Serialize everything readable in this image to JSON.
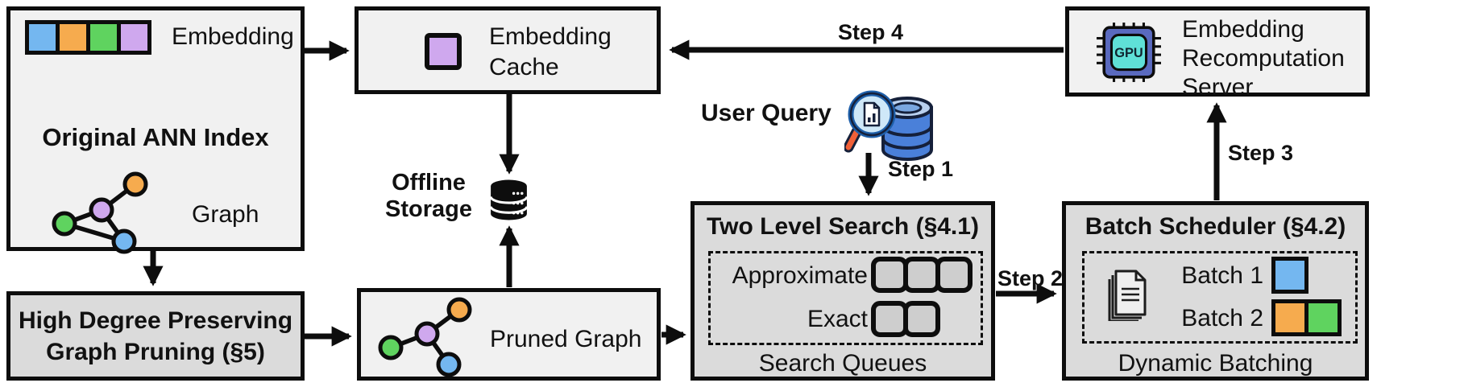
{
  "palette": {
    "blue": "#74b7f0",
    "orange": "#f6ab4e",
    "green": "#5fd35f",
    "purple": "#cfa8ee",
    "box_light_fill": "#f1f1f1",
    "box_shaded_fill": "#dbdbdb",
    "outline": "#0d0d0d",
    "gpu_chip_body": "#5a6abf",
    "gpu_chip_core": "#5fe0d7",
    "magnifier_handle": "#f06038",
    "query_database": "#4a80d9"
  },
  "ann_index": {
    "title": "Original ANN Index",
    "embedding_label": "Embedding",
    "graph_label": "Graph"
  },
  "embedding_cache": {
    "label": "Embedding Cache"
  },
  "offline_storage": {
    "label": "Offline Storage"
  },
  "recomputation_server": {
    "label": "Embedding Recomputation Server",
    "gpu_text": "GPU"
  },
  "user_query": {
    "label": "User Query"
  },
  "steps": {
    "step1": "Step 1",
    "step2": "Step 2",
    "step3": "Step 3",
    "step4": "Step 4"
  },
  "two_level_search": {
    "title": "Two Level Search (§4.1)",
    "approximate_label": "Approximate",
    "exact_label": "Exact",
    "caption": "Search Queues"
  },
  "batch_scheduler": {
    "title": "Batch Scheduler (§4.2)",
    "batch1_label": "Batch 1",
    "batch2_label": "Batch 2",
    "caption": "Dynamic Batching"
  },
  "graph_pruning": {
    "title": "High Degree Preserving Graph Pruning (§5)"
  },
  "pruned_graph": {
    "label": "Pruned Graph"
  }
}
